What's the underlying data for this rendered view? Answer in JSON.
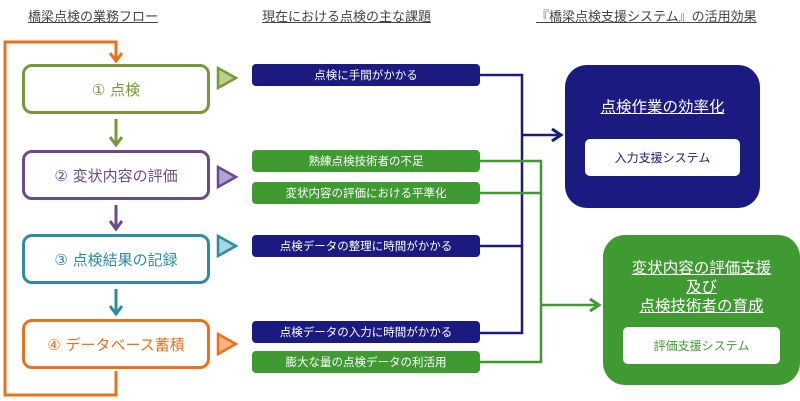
{
  "headers": {
    "flow": "橋梁点検の業務フロー",
    "issues": "現在における点検の主な課題",
    "effects": "『橋梁点検支援システム』の活用効果"
  },
  "colors": {
    "step1": "#77993a",
    "step2": "#6a4a8c",
    "step3": "#2f8aa3",
    "step4": "#e8711c",
    "navy": "#1a1a80",
    "green": "#3f9a32"
  },
  "flow_steps": [
    {
      "label": "①  点検"
    },
    {
      "label": "②  変状内容の評価"
    },
    {
      "label": "③  点検結果の記録"
    },
    {
      "label": "④  データベース蓄積"
    }
  ],
  "issues": [
    {
      "label": "点検に手間がかかる",
      "category": "efficiency"
    },
    {
      "label": "熟練点検技術者の不足",
      "category": "evaluation"
    },
    {
      "label": "変状内容の評価における平準化",
      "category": "evaluation"
    },
    {
      "label": "点検データの整理に時間がかかる",
      "category": "efficiency"
    },
    {
      "label": "点検データの入力に時間がかかる",
      "category": "efficiency"
    },
    {
      "label": "膨大な量の点検データの利活用",
      "category": "evaluation"
    }
  ],
  "effects": [
    {
      "title": "点検作業の効率化",
      "system": "入力支援システム"
    },
    {
      "title_line1": "変状内容の評価支援",
      "title_line2": "及び",
      "title_line3": "点検技術者の育成",
      "system": "評価支援システム"
    }
  ]
}
